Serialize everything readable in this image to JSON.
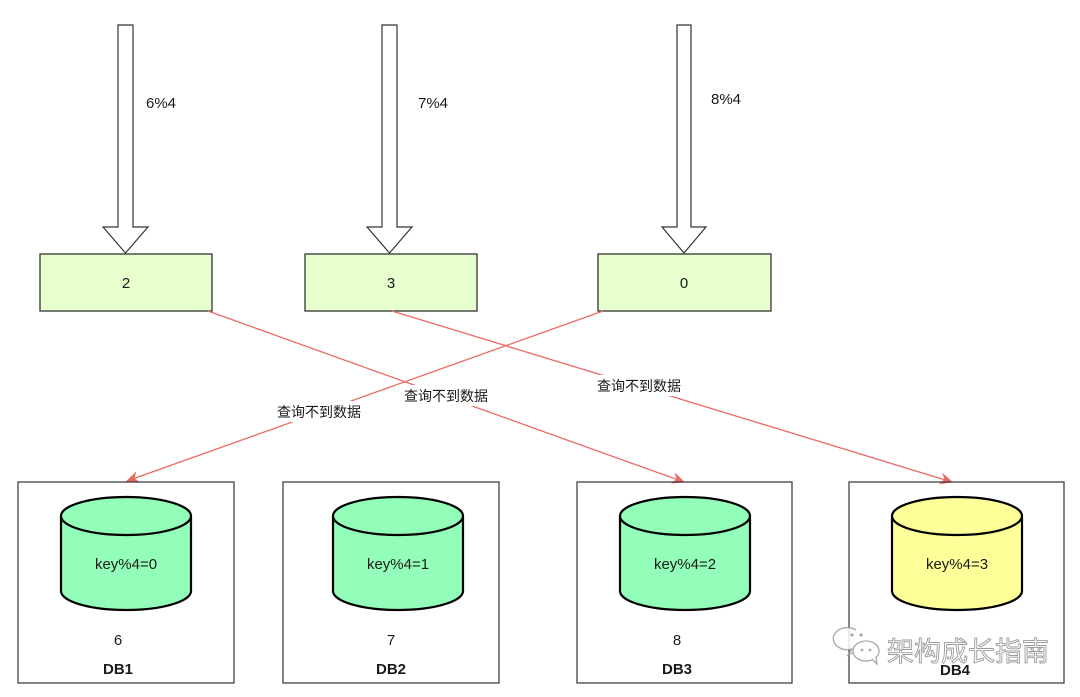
{
  "diagram": {
    "inputs": [
      {
        "expression": "6%4",
        "result": "2"
      },
      {
        "expression": "7%4",
        "result": "3"
      },
      {
        "expression": "8%4",
        "result": "0"
      }
    ],
    "routes": [
      {
        "from_result": "2",
        "to_db": "DB3",
        "label": "查询不到数据"
      },
      {
        "from_result": "3",
        "to_db": "DB4",
        "label": "查询不到数据"
      },
      {
        "from_result": "0",
        "to_db": "DB1",
        "label": "查询不到数据"
      }
    ],
    "databases": [
      {
        "name": "DB1",
        "rule": "key%4=0",
        "value": "6",
        "color": "#93FDBA"
      },
      {
        "name": "DB2",
        "rule": "key%4=1",
        "value": "7",
        "color": "#93FDBA"
      },
      {
        "name": "DB3",
        "rule": "key%4=2",
        "value": "8",
        "color": "#93FDBA"
      },
      {
        "name": "DB4",
        "rule": "key%4=3",
        "value": "",
        "color": "#FFFF99"
      }
    ],
    "colors": {
      "result_box_fill": "#E6FFCC",
      "route_line": "#EA6B66",
      "stroke": "#333333"
    }
  },
  "watermark": {
    "icon": "wechat-icon",
    "text": "架构成长指南"
  }
}
